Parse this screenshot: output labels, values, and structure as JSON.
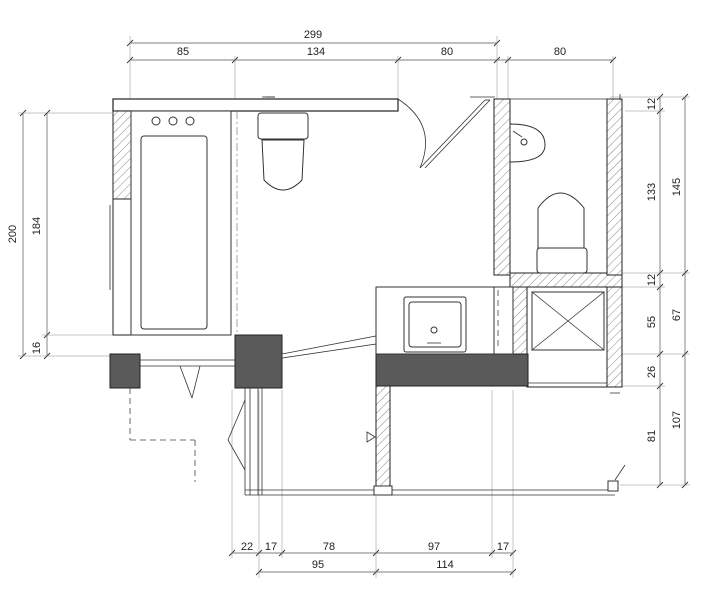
{
  "dimensions": {
    "top_total": "299",
    "top_a": "85",
    "top_b": "134",
    "top_c": "80",
    "top_d": "80",
    "left_outer": "200",
    "left_inner": "184",
    "left_small": "16",
    "right_12a": "12",
    "right_133": "133",
    "right_12b": "12",
    "right_55": "55",
    "right_26": "26",
    "right_81": "81",
    "right_145": "145",
    "right_67": "67",
    "right_107": "107",
    "bottom_22": "22",
    "bottom_17a": "17",
    "bottom_78": "78",
    "bottom_97": "97",
    "bottom_17b": "17",
    "bottom_95": "95",
    "bottom_114": "114"
  },
  "colors": {
    "solid_column": "#5a5a5a",
    "hatch": "#888888"
  }
}
